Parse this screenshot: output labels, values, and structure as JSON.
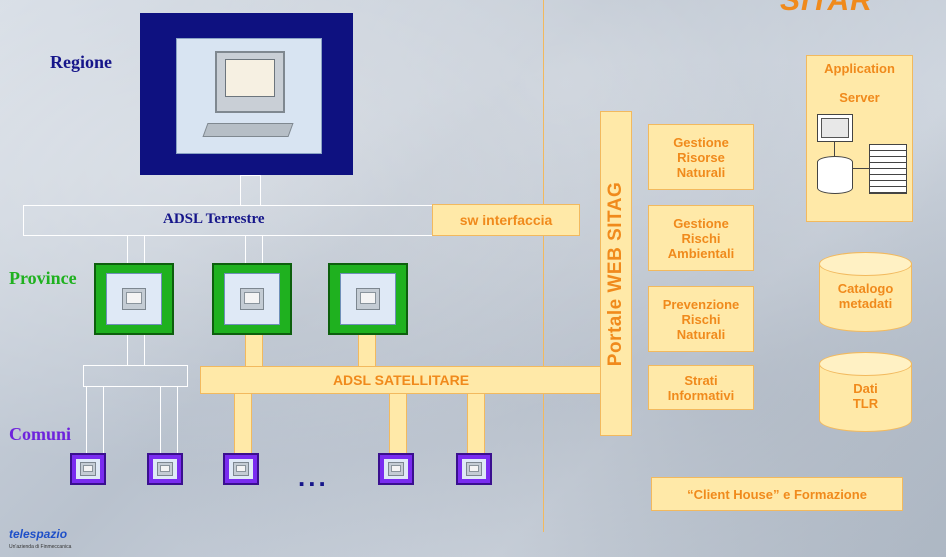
{
  "labels": {
    "regione": "Regione",
    "province": "Province",
    "comuni": "Comuni",
    "adsl_terrestre": "ADSL Terrestre",
    "sw_interfaccia": "sw interfaccia",
    "adsl_satellitare": "ADSL SATELLITARE",
    "ellipsis": "...",
    "portale": "Portale WEB SITAG",
    "logo_top": "SITAR",
    "logo_bottom": "telespazio",
    "logo_bottom_sub": "Un'azienda di Finmeccanica"
  },
  "services": [
    "Gestione Risorse Naturali",
    "Gestione Rischi Ambientali",
    "Prevenzione Rischi Naturali",
    "Strati Informativi"
  ],
  "app_server": {
    "line1": "Application",
    "line2": "Server"
  },
  "catalogo": "Catalogo metadati",
  "dati": "Dati TLR",
  "client_house": "“Client House” e Formazione",
  "colors": {
    "regione_blue": "#0e1180",
    "province_green": "#1fb11f",
    "comuni_purple": "#7a2cf0",
    "orange_text": "#f08a1c",
    "box_fill": "#ffe9a8"
  }
}
